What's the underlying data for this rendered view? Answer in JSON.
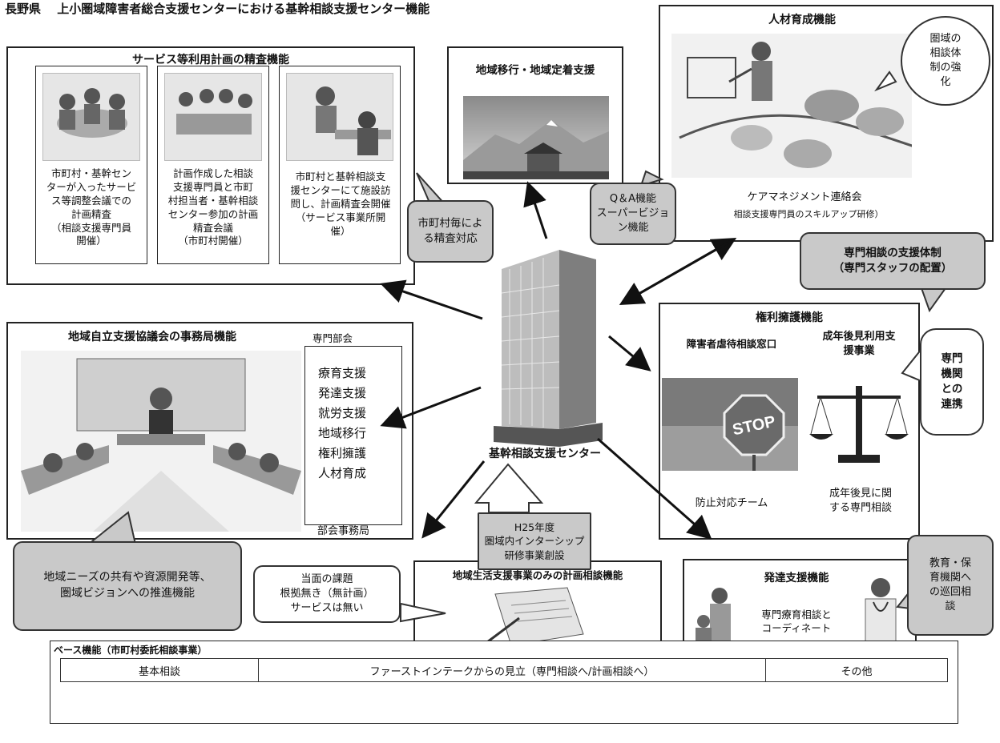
{
  "page_title": "長野県　 上小圏域障害者総合支援センターにおける基幹相談支援センター機能",
  "center": {
    "label": "基幹相談支援センター"
  },
  "service_plan": {
    "title": "サービス等利用計画の精査機能",
    "panels": [
      {
        "text": "市町村・基幹セン\nターが入ったサービ\nス等調整会議での\n計画精査\n（相談支援専門員\n開催）"
      },
      {
        "text": "計画作成した相談\n支援専門員と市町\n村担当者・基幹相談\nセンター参加の計画\n精査会議\n（市町村開催）"
      },
      {
        "text": "市町村と基幹相談支\n援センターにて施設訪\n問し、計画精査会開催\n（サービス事業所開\n催）"
      }
    ]
  },
  "callout_municipal": "市町村毎によ\nる精査対応",
  "community_transition": {
    "title": "地域移行・地域定着支援"
  },
  "hr_development": {
    "title": "人材育成機能",
    "caption": "ケアマネジメント連絡会",
    "sub": "相談支援専門員のスキルアップ研修）"
  },
  "bubble_region": "圏域の\n相談体\n制の強\n化",
  "qa_callout": "Q＆A機能\nスーパービジョ\nン機能",
  "specialist_callout": "専門相談の支援体制\n（専門スタッフの配置）",
  "rights": {
    "title": "権利擁護機能",
    "left_heading": "障害者虐待相談窓口",
    "right_heading": "成年後見利用支\n援事業",
    "stop_text": "STOP",
    "left_caption": "防止対応チーム",
    "right_caption": "成年後見に関\nする専門相談"
  },
  "bubble_specialist_link": "専門\n機関\nとの\n連携",
  "council": {
    "title": "地域自立支援協議会の事務局機能",
    "subcommittee_label": "専門部会",
    "subcommittees": [
      "療育支援",
      "発達支援",
      "就労支援",
      "地域移行",
      "権利擁護",
      "人材育成"
    ],
    "secretariat_label": "部会事務局"
  },
  "regional_callout": "地域ニーズの共有や資源開発等、\n圏域ビジョンへの推進機能",
  "internship": "H25年度\n圏域内インターシップ\n研修事業創設",
  "community_life": {
    "title": "地域生活支援事業のみの計画相談機能"
  },
  "current_issue": "当面の課題\n根拠無き（無計画）\nサービスは無い",
  "development": {
    "title": "発達支援機能",
    "caption": "専門療育相談と\nコーディネート"
  },
  "bubble_education": "教育・保\n育機関へ\nの巡回相\n談",
  "base": {
    "title": "ベース機能（市町村委託相談事業）",
    "cells": [
      "基本相談",
      "ファーストインテークからの見立（専門相談へ/計画相談へ）",
      "その他"
    ]
  }
}
